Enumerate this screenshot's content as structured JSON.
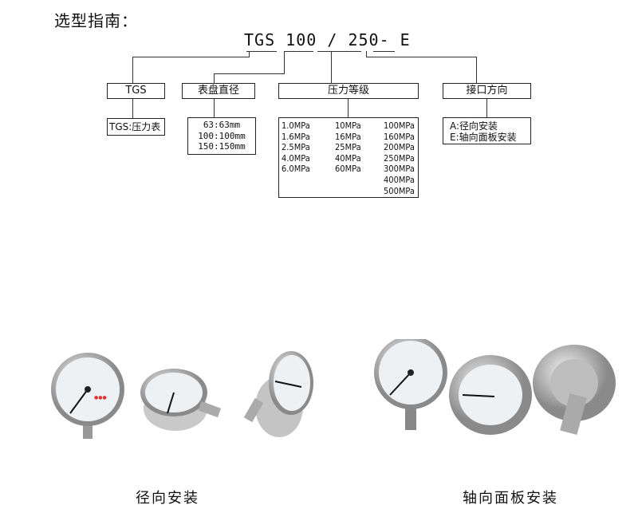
{
  "title": "选型指南：",
  "code": {
    "prefix": "TGS",
    "diameter": "100",
    "slash": "/",
    "pressure": "250",
    "dash": "-",
    "connection": "E"
  },
  "categories": [
    {
      "header": "TGS",
      "items": [
        "TGS:压力表"
      ]
    },
    {
      "header": "表盘直径",
      "items": [
        "63:63mm",
        "100:100mm",
        "150:150mm"
      ]
    },
    {
      "header": "压力等级",
      "columns": [
        [
          "1.0MPa",
          "1.6MPa",
          "2.5MPa",
          "4.0MPa",
          "6.0MPa"
        ],
        [
          "10MPa",
          "16MPa",
          "25MPa",
          "40MPa",
          "60MPa"
        ],
        [
          "100MPa",
          "160MPa",
          "200MPa",
          "250MPa",
          "300MPa",
          "400MPa",
          "500MPa"
        ]
      ]
    },
    {
      "header": "接口方向",
      "items": [
        "A:径向安装",
        "E:轴向面板安装"
      ]
    }
  ],
  "captions": {
    "radial": "径向安装",
    "axial": "轴向面板安装"
  }
}
